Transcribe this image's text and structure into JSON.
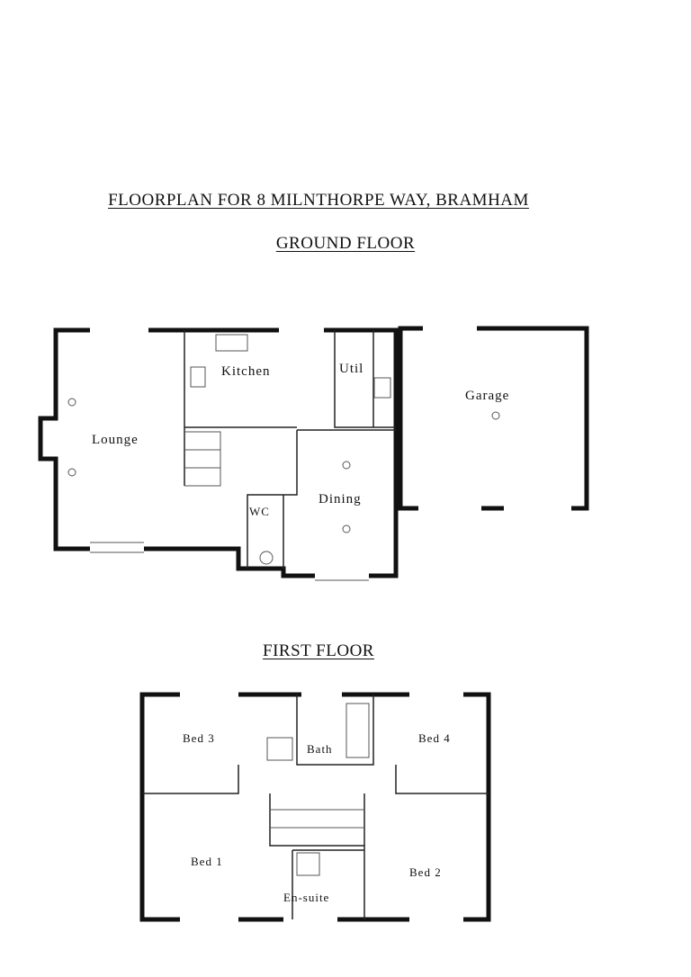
{
  "document": {
    "title": "FLOORPLAN FOR 8 MILNTHORPE WAY, BRAMHAM"
  },
  "ground_floor": {
    "heading": "GROUND FLOOR",
    "rooms": [
      "Lounge",
      "Kitchen",
      "Util",
      "Garage",
      "Dining",
      "WC"
    ]
  },
  "first_floor": {
    "heading": "FIRST FLOOR",
    "rooms": [
      "Bed 3",
      "Bath",
      "Bed 4",
      "Bed 1",
      "Bed 2",
      "En-suite"
    ]
  }
}
